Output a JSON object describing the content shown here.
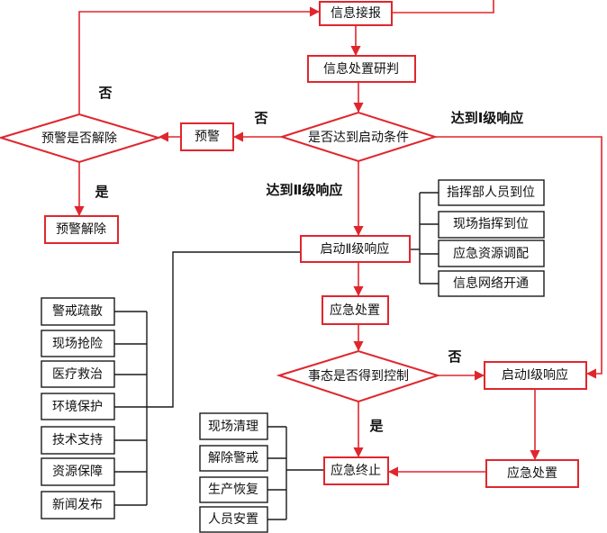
{
  "colors": {
    "flow": "#e0262d",
    "sub": "#1a1a1a",
    "background": "#ffffff"
  },
  "nodes": {
    "info_report": "信息接报",
    "info_analysis": "信息处置研判",
    "start_condition": "是否达到启动条件",
    "warning": "预警",
    "warning_lift_check": "预警是否解除",
    "warning_lifted": "预警解除",
    "level2_start": "启动Ⅱ级响应",
    "response_first": "应急处置",
    "control_check": "事态是否得到控制",
    "level1_start": "启动Ⅰ级响应",
    "response_second": "应急处置",
    "termination": "应急终止"
  },
  "level2_tasks": [
    "指挥部人员到位",
    "现场指挥到位",
    "应急资源调配",
    "信息网络开通"
  ],
  "response_measures": [
    "警戒疏散",
    "现场抢险",
    "医疗救治",
    "环境保护",
    "技术支持",
    "资源保障",
    "新闻发布"
  ],
  "termination_tasks": [
    "现场清理",
    "解除警戒",
    "生产恢复",
    "人员安置"
  ],
  "edge_labels": {
    "warning_not_lifted": "否",
    "condition_not_met": "否",
    "level1_reached": "达到Ⅰ级响应",
    "warning_lifted_yes": "是",
    "level2_reached": "达到Ⅱ级响应",
    "not_controlled": "否",
    "controlled": "是"
  }
}
